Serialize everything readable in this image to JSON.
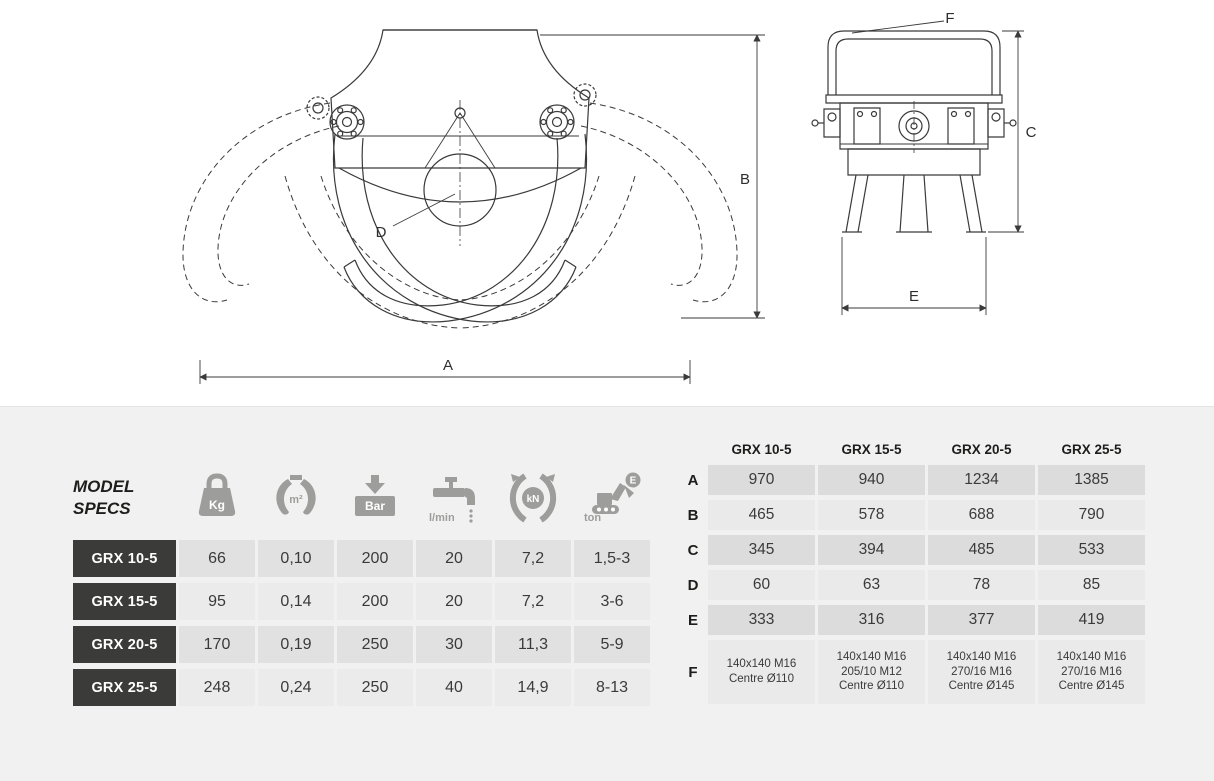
{
  "drawing": {
    "dim_labels": {
      "A": "A",
      "B": "B",
      "C": "C",
      "D": "D",
      "E": "E",
      "F": "F"
    }
  },
  "specs_table": {
    "title": "MODEL\nSPECS",
    "columns": [
      {
        "name": "weight",
        "label": "Kg"
      },
      {
        "name": "area",
        "label": "m²"
      },
      {
        "name": "pressure",
        "label": "Bar"
      },
      {
        "name": "flow",
        "label": "l/min"
      },
      {
        "name": "force",
        "label": "kN"
      },
      {
        "name": "carrier",
        "label": "ton",
        "badge": "E"
      }
    ],
    "rows": [
      {
        "model": "GRX 10-5",
        "values": [
          "66",
          "0,10",
          "200",
          "20",
          "7,2",
          "1,5-3"
        ]
      },
      {
        "model": "GRX 15-5",
        "values": [
          "95",
          "0,14",
          "200",
          "20",
          "7,2",
          "3-6"
        ]
      },
      {
        "model": "GRX 20-5",
        "values": [
          "170",
          "0,19",
          "250",
          "30",
          "11,3",
          "5-9"
        ]
      },
      {
        "model": "GRX 25-5",
        "values": [
          "248",
          "0,24",
          "250",
          "40",
          "14,9",
          "8-13"
        ]
      }
    ]
  },
  "dimensions_table": {
    "columns": [
      "GRX 10-5",
      "GRX 15-5",
      "GRX 20-5",
      "GRX 25-5"
    ],
    "rows": [
      {
        "label": "A",
        "values": [
          "970",
          "940",
          "1234",
          "1385"
        ]
      },
      {
        "label": "B",
        "values": [
          "465",
          "578",
          "688",
          "790"
        ]
      },
      {
        "label": "C",
        "values": [
          "345",
          "394",
          "485",
          "533"
        ]
      },
      {
        "label": "D",
        "values": [
          "60",
          "63",
          "78",
          "85"
        ]
      },
      {
        "label": "E",
        "values": [
          "333",
          "316",
          "377",
          "419"
        ]
      },
      {
        "label": "F",
        "values": [
          "140x140 M16\nCentre Ø110",
          "140x140 M16\n205/10 M12\nCentre Ø110",
          "140x140 M16\n270/16 M16\nCentre Ø145",
          "140x140 M16\n270/16 M16\nCentre Ø145"
        ]
      }
    ]
  },
  "colors": {
    "accent_dark": "#3b3b3a",
    "cell_odd": "#e1e1e1",
    "cell_even": "#ebebeb",
    "icon_gray": "#9d9d9c",
    "line": "#3a3a3a",
    "section_bg": "#f1f1f1"
  }
}
